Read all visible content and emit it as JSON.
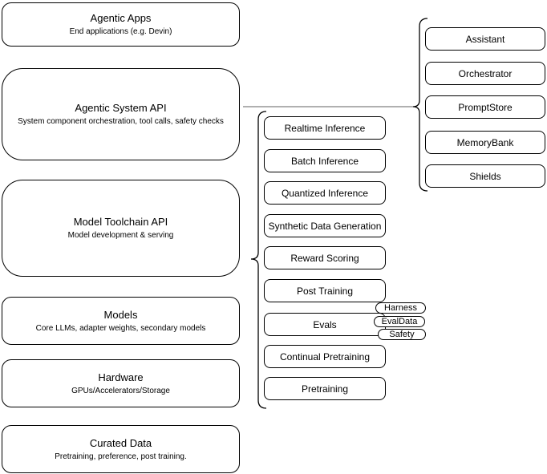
{
  "diagram": {
    "stack": [
      {
        "title": "Agentic Apps",
        "subtitle": "End applications (e.g. Devin)"
      },
      {
        "title": "Agentic System API",
        "subtitle": "System component orchestration, tool calls, safety checks"
      },
      {
        "title": "Model Toolchain API",
        "subtitle": "Model development & serving"
      },
      {
        "title": "Models",
        "subtitle": "Core LLMs, adapter weights, secondary models"
      },
      {
        "title": "Hardware",
        "subtitle": "GPUs/Accelerators/Storage"
      },
      {
        "title": "Curated Data",
        "subtitle": "Pretraining, preference, post training."
      }
    ],
    "toolchain_items": [
      "Realtime Inference",
      "Batch Inference",
      "Quantized Inference",
      "Synthetic Data Generation",
      "Reward Scoring",
      "Post Training",
      "Evals",
      "Continual Pretraining",
      "Pretraining"
    ],
    "eval_tags": [
      "Harness",
      "EvalData",
      "Safety"
    ],
    "system_components": [
      "Assistant",
      "Orchestrator",
      "PromptStore",
      "MemoryBank",
      "Shields"
    ],
    "colors": {
      "stroke": "#000000",
      "connector": "#808080",
      "background": "#ffffff"
    }
  }
}
